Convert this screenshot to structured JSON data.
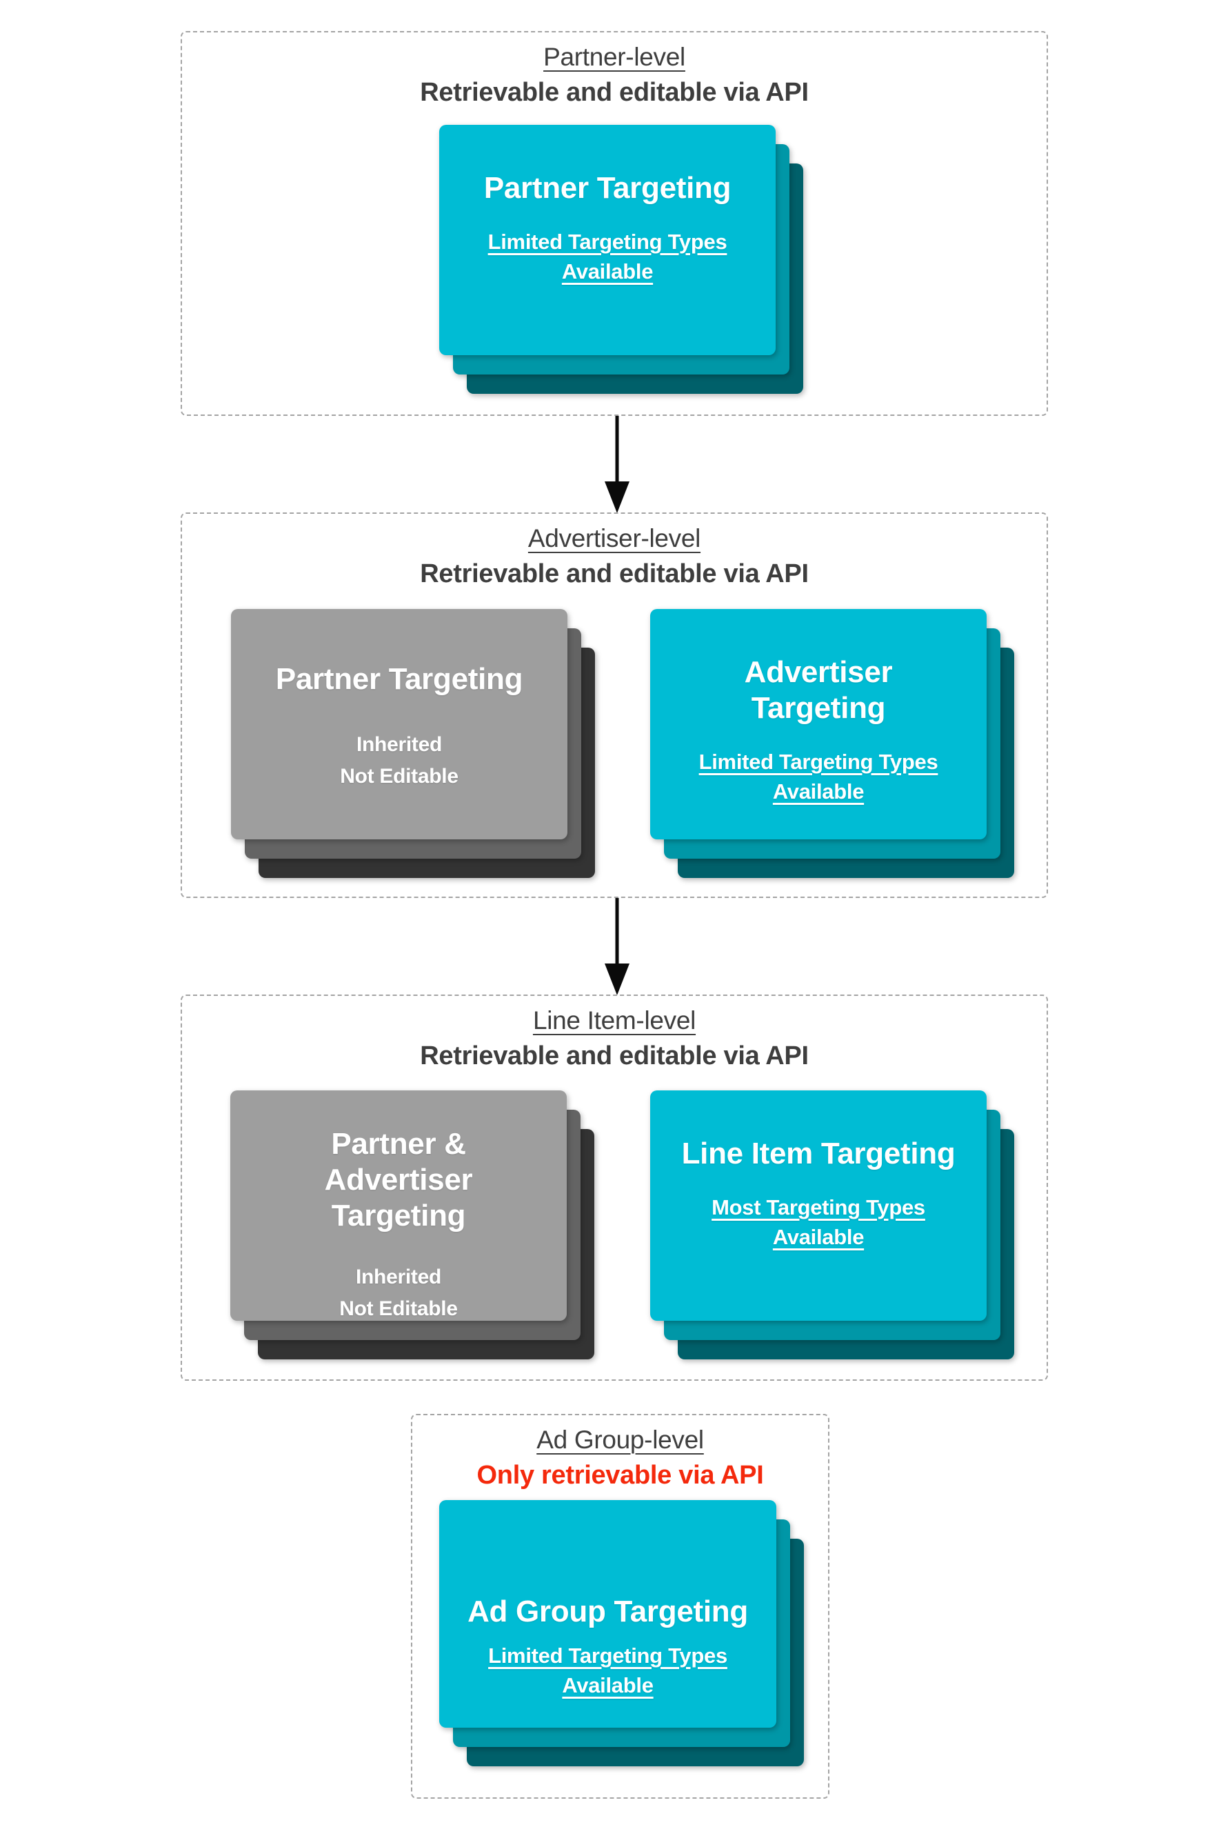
{
  "palette": {
    "cyan_front": "#00bcd4",
    "cyan_mid": "#0097a7",
    "cyan_back": "#00606a",
    "gray_front": "#9e9e9e",
    "gray_mid": "#646464",
    "gray_back": "#333333",
    "header_text": "#3e3e3e",
    "alert_red": "#f4290c",
    "dashed_border": "#a3a3a3",
    "arrow": "#0a0a0a"
  },
  "sections": [
    {
      "title": "Partner-level",
      "subtitle": "Retrievable and editable via API",
      "cards": [
        {
          "variant": "cyan",
          "title": "Partner Targeting",
          "lines": [
            "Limited Targeting Types",
            "Available"
          ],
          "underlined": true
        }
      ]
    },
    {
      "title": "Advertiser-level",
      "subtitle": "Retrievable and editable via API",
      "cards": [
        {
          "variant": "gray",
          "title": "Partner Targeting",
          "lines": [
            "Inherited",
            "Not Editable"
          ],
          "underlined": false
        },
        {
          "variant": "cyan",
          "title": "Advertiser Targeting",
          "lines": [
            "Limited Targeting Types",
            "Available"
          ],
          "underlined": true
        }
      ]
    },
    {
      "title": "Line Item-level",
      "subtitle": "Retrievable and editable via API",
      "cards": [
        {
          "variant": "gray",
          "title": "Partner & Advertiser Targeting",
          "lines": [
            "Inherited",
            "Not Editable"
          ],
          "underlined": false
        },
        {
          "variant": "cyan",
          "title": "Line Item Targeting",
          "lines": [
            "Most Targeting Types",
            "Available"
          ],
          "underlined": true
        }
      ]
    },
    {
      "title": "Ad Group-level",
      "subtitle": "Only retrievable via API",
      "cards": [
        {
          "variant": "cyan",
          "title": "Ad Group Targeting",
          "lines": [
            "Limited Targeting Types",
            "Available"
          ],
          "underlined": true
        }
      ]
    }
  ]
}
